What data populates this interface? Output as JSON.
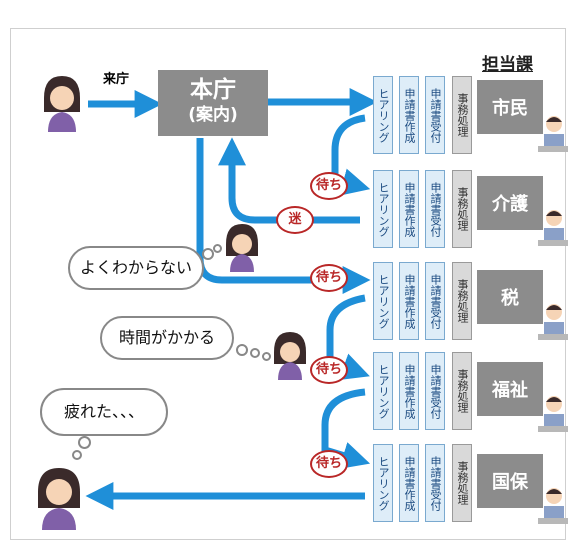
{
  "header": {
    "tanto_label": "担当課"
  },
  "entry": {
    "raicho_label": "来庁"
  },
  "honcho": {
    "title": "本庁",
    "subtitle": "(案内)"
  },
  "steps": {
    "hearing": "ヒアリング",
    "form": "申請書作成",
    "reception": "申請書受付",
    "processing": "事務処理"
  },
  "departments": [
    "市民",
    "介護",
    "税",
    "福祉",
    "国保"
  ],
  "badges": {
    "wait": "待ち",
    "lost": "迷"
  },
  "thoughts": {
    "confused": "よくわからない",
    "slow": "時間がかかる",
    "tired": "疲れた、、、"
  },
  "colors": {
    "arrow": "#1f8fd8",
    "box_gray": "#8c8c8c",
    "step_fill": "#deedf8",
    "badge_red": "#b92727"
  }
}
